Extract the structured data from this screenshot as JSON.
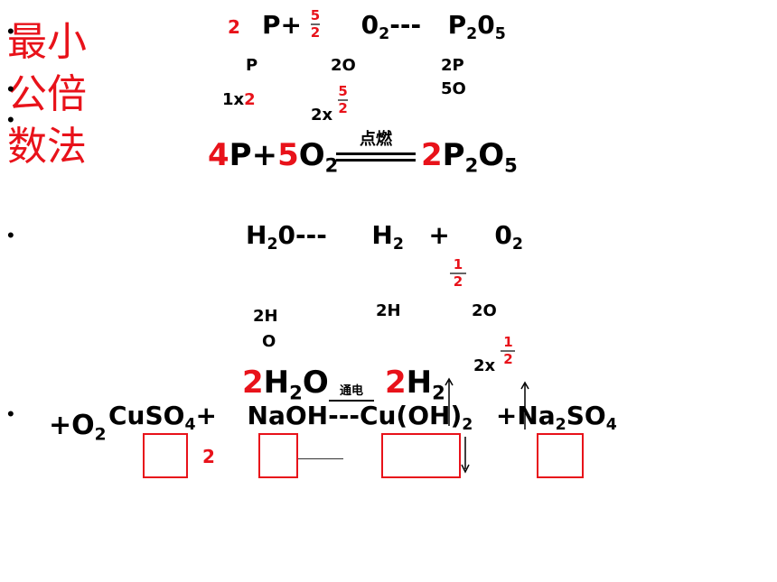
{
  "sidebar_title": {
    "line1": "最小",
    "line2": "公倍",
    "line3": "数法"
  },
  "bullet": "•",
  "eq_p": {
    "coef_top": "2",
    "left": "P+",
    "frac_num": "5",
    "frac_den": "2",
    "o2": "0",
    "o2_sub": "2",
    "dashes": "---",
    "p2o5_a": "P",
    "p2o5_sub1": "2",
    "p2o5_b": "0",
    "p2o5_sub2": "5",
    "row_labels": [
      "P",
      "2O",
      "2P",
      "5O"
    ],
    "mult_1": "1x",
    "mult_1_red": "2",
    "mult_2": "2x",
    "mult_frac_num": "5",
    "mult_frac_den": "2"
  },
  "eq_p_balanced": {
    "c1": "4",
    "p": "P+",
    "c2": "5",
    "o": "O",
    "o_sub": "2",
    "condition": "点燃",
    "c3": "2",
    "prod_a": "P",
    "prod_sub1": "2",
    "prod_b": "O",
    "prod_sub2": "5"
  },
  "eq_h2o": {
    "h": "H",
    "h_sub": "2",
    "o": "0",
    "dashes": "---",
    "h2": "H",
    "h2_sub": "2",
    "plus": "+",
    "o2": "0",
    "o2_sub": "2",
    "frac_num": "1",
    "frac_den": "2",
    "label_2h": "2H",
    "label_o": "O",
    "label_2h_right": "2H",
    "label_2o": "2O",
    "mult": "2x",
    "mult_frac_num": "1",
    "mult_frac_den": "2"
  },
  "eq_h2o_balanced": {
    "c1": "2",
    "a": "H",
    "a_sub": "2",
    "b": "O",
    "condition": "通电",
    "c2": "2",
    "h": "H",
    "h_sub": "2"
  },
  "eq_cuso4": {
    "o2": "+O",
    "o2_sub": "2",
    "cuso4": "CuSO",
    "cuso4_sub": "4",
    "plus1": "+",
    "naoh": "NaOH---",
    "cuoh": "Cu(OH)",
    "cuoh_sub": "2",
    "na2so4": "+Na",
    "na2so4_sub": "2",
    "na2so4_b": "SO",
    "na2so4_sub2": "4",
    "box_coef": "2"
  }
}
